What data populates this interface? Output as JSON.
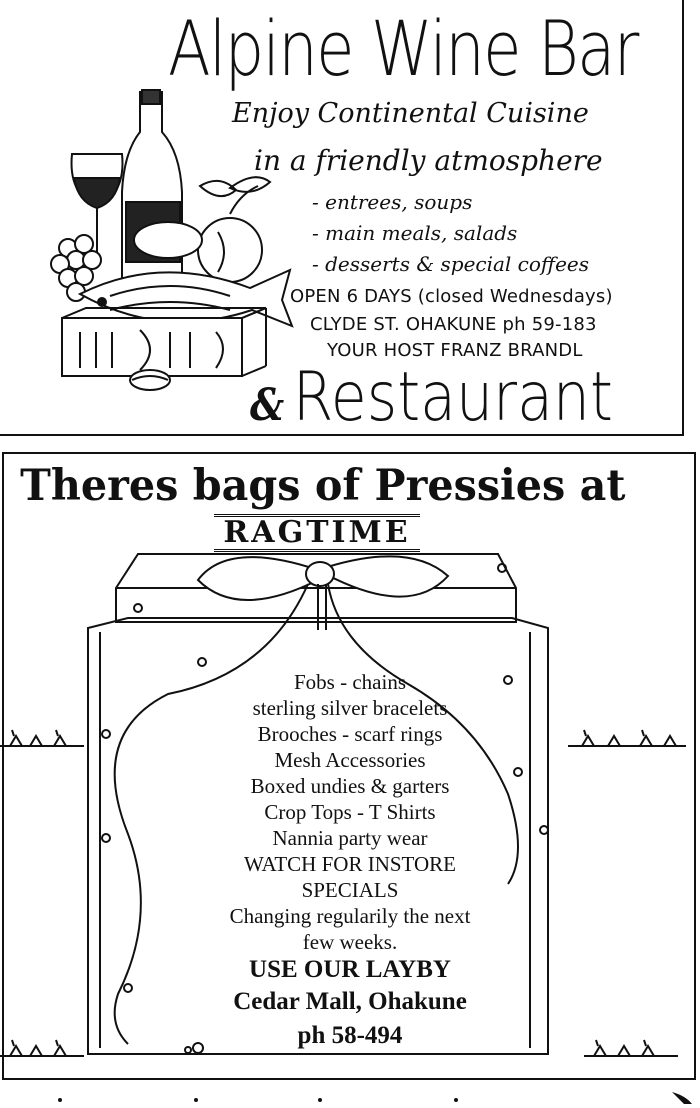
{
  "wine_ad": {
    "logo_title": "Alpine Wine Bar",
    "tagline_1": "Enjoy Continental Cuisine",
    "tagline_2": "in a friendly atmosphere",
    "menu_items": [
      "- entrees, soups",
      "- main meals, salads",
      "- desserts & special coffees"
    ],
    "hours": "OPEN 6 DAYS (closed Wednesdays)",
    "address": "CLYDE ST. OHAKUNE ph 59-183",
    "host": "YOUR HOST FRANZ BRANDL",
    "logo_ampersand": "&",
    "logo_restaurant": "Restaurant"
  },
  "ragtime_ad": {
    "headline": "Theres bags of Pressies at",
    "brand": "RAGTIME",
    "items": [
      "Fobs - chains",
      "sterling silver bracelets",
      "Brooches - scarf rings",
      "Mesh Accessories",
      "Boxed undies & garters",
      "Crop Tops - T Shirts",
      "Nannia party wear",
      "WATCH FOR INSTORE",
      "SPECIALS",
      "Changing regularily the next",
      "few weeks."
    ],
    "layby": "USE OUR LAYBY",
    "location": "Cedar Mall, Ohakune",
    "phone": "ph 58-494"
  },
  "decorations": {
    "wine_illustration": "wine-food-still-life-icon",
    "gift_illustration": "ribbon-gift-box-icon",
    "border_motif": "reindeer-sleigh-icon"
  }
}
